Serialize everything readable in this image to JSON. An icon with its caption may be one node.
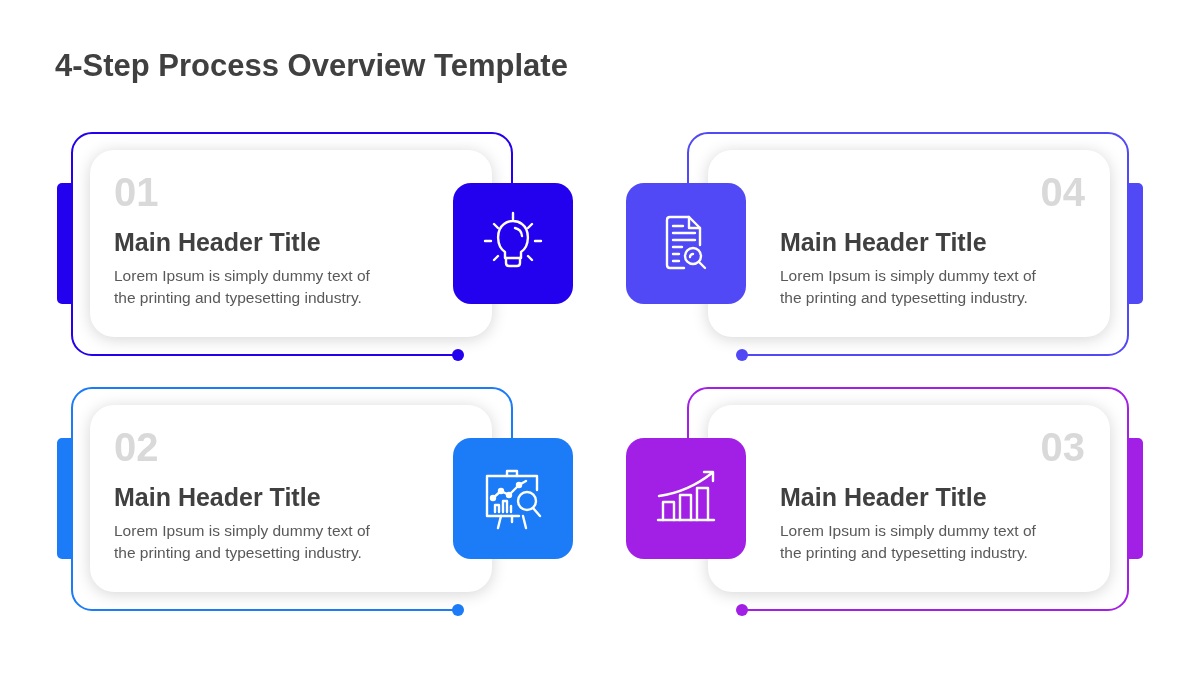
{
  "diagram": {
    "title": "4-Step Process Overview Template",
    "nodes": [
      {
        "text": [
          "01",
          "Main Header Title",
          "Lorem Ipsum is simply dummy text of the printing and typesetting industry."
        ]
      },
      {
        "text": [
          "04",
          "Main Header Title",
          "Lorem Ipsum is simply dummy text of the printing and typesetting industry."
        ]
      },
      {
        "text": [
          "02",
          "Main Header Title",
          "Lorem Ipsum is simply dummy text of the printing and typesetting industry."
        ]
      },
      {
        "text": [
          "03",
          "Main Header Title",
          "Lorem Ipsum is simply dummy text of the printing and typesetting industry."
        ]
      }
    ]
  }
}
